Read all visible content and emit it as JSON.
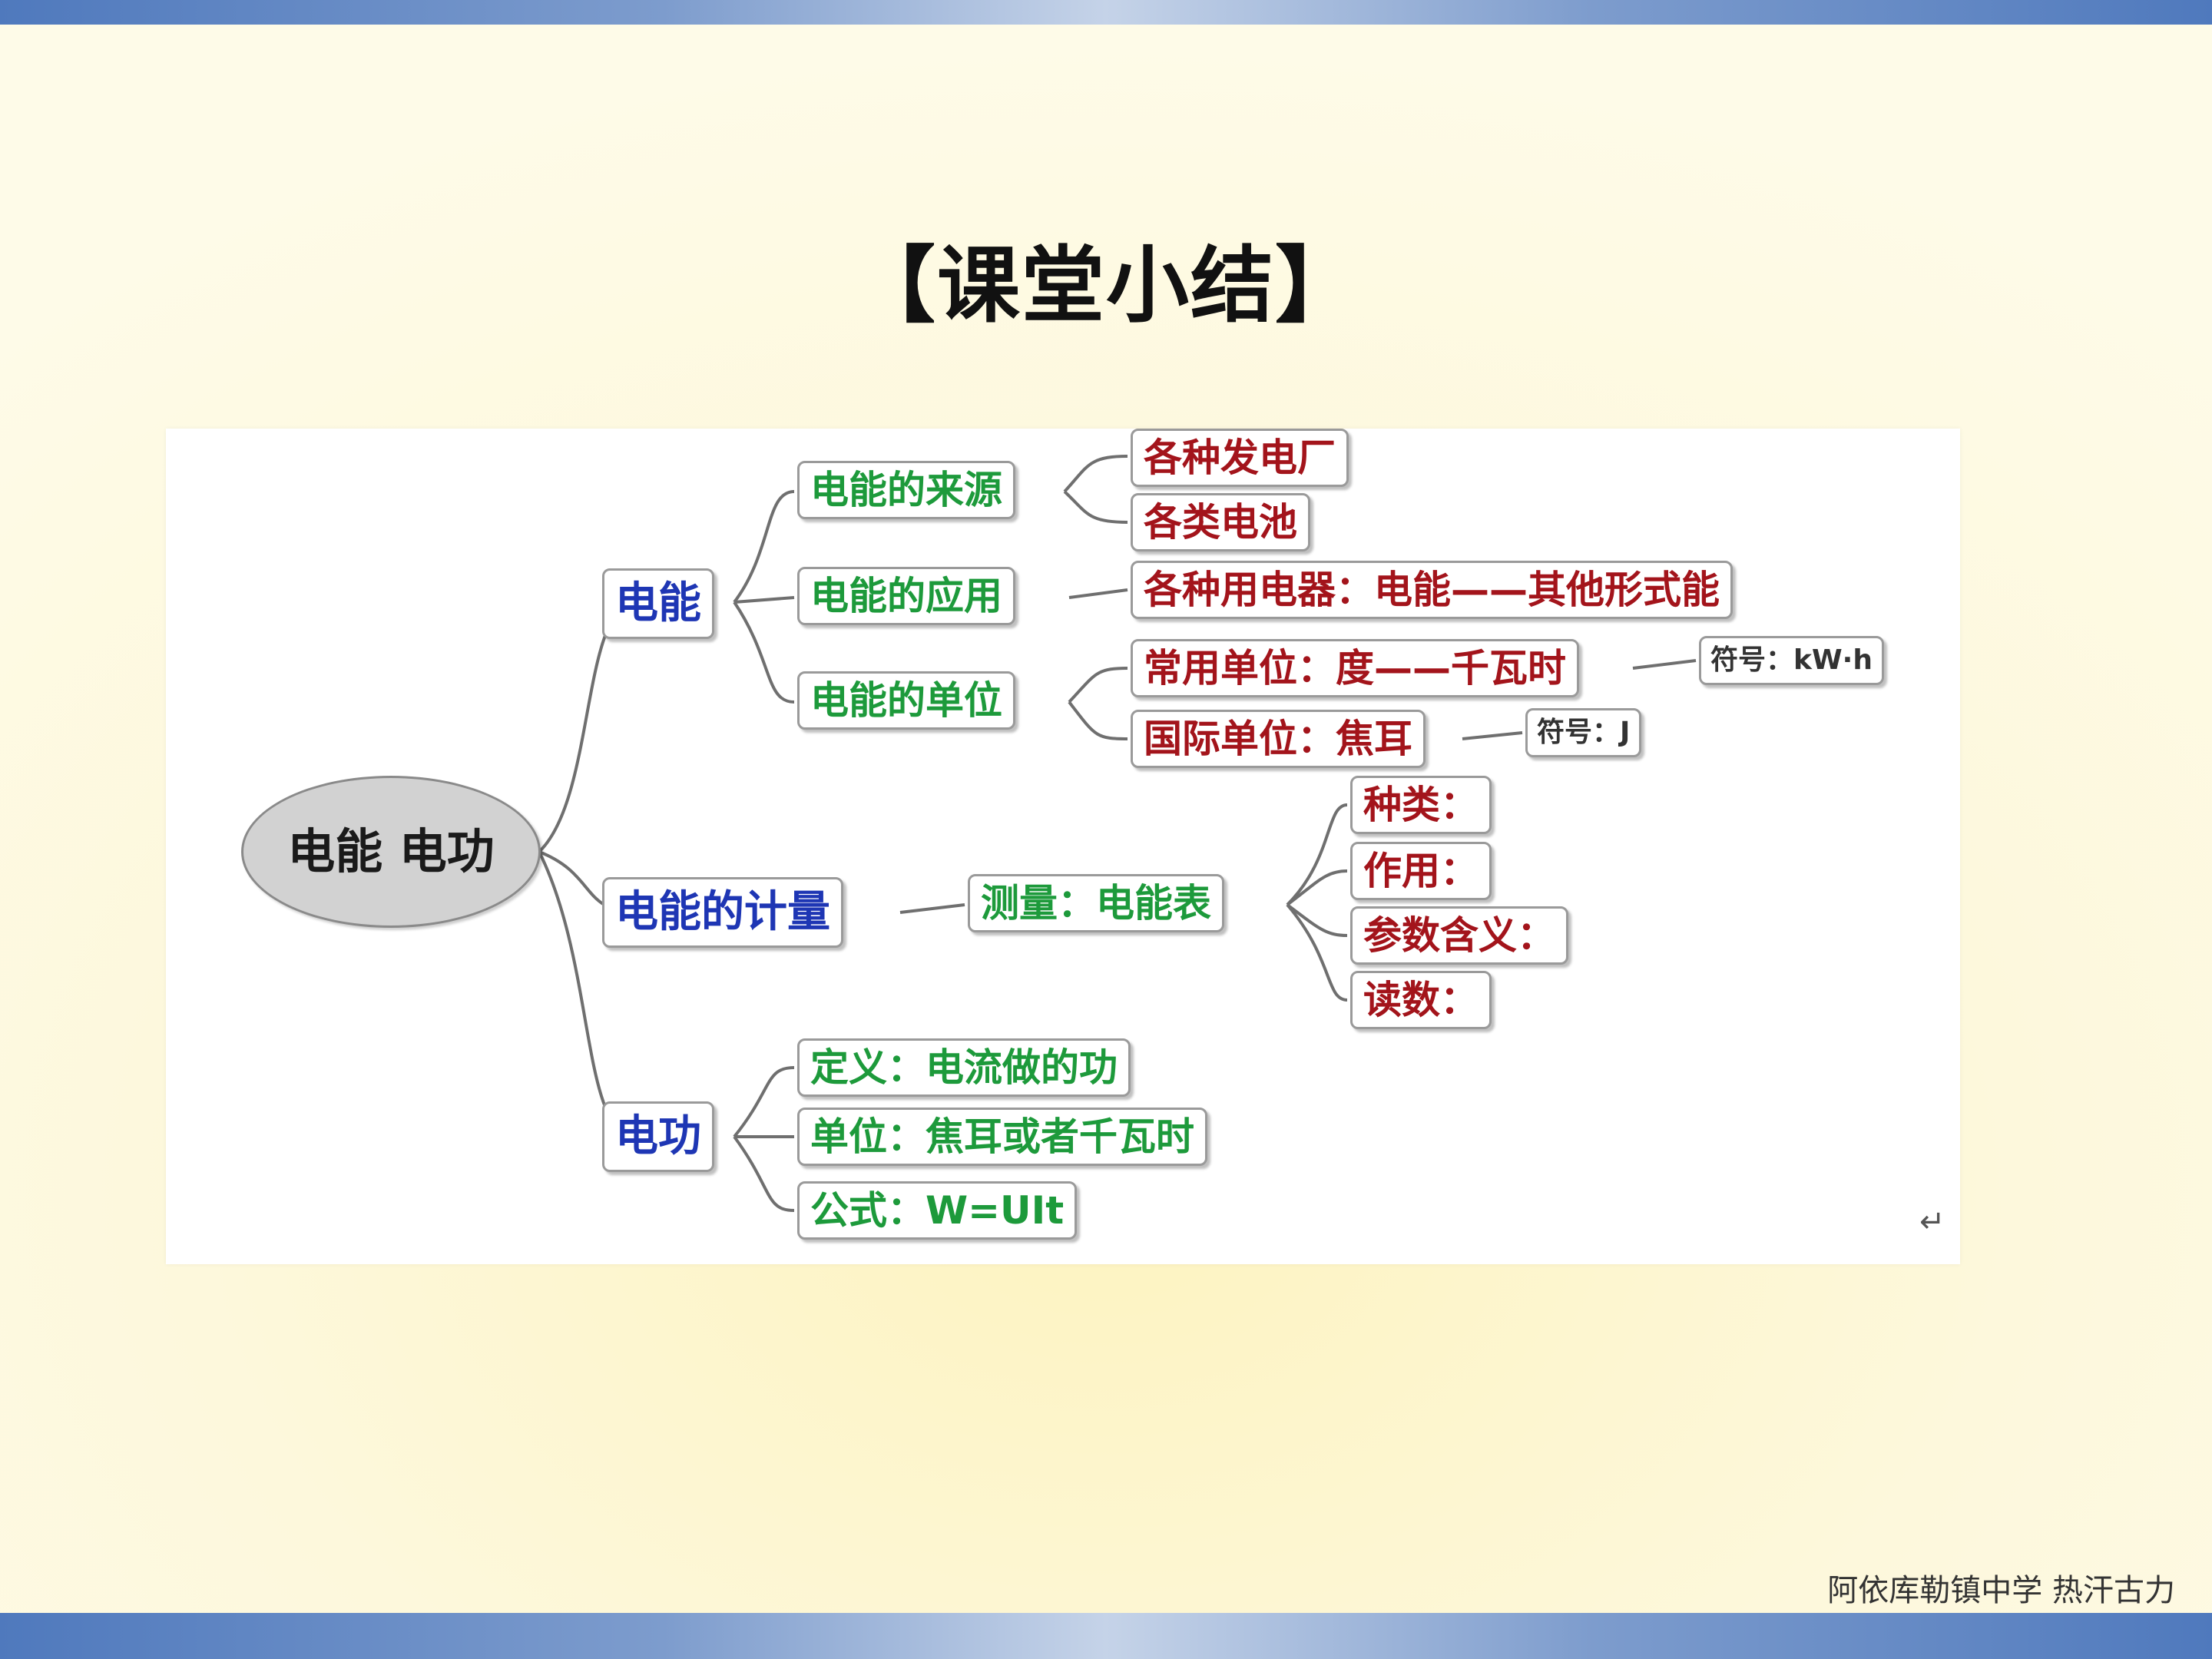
{
  "title": "【课堂小结】",
  "footer": "阿依库勒镇中学  热汗古力",
  "mindmap": {
    "root": "电能  电功",
    "branches": [
      {
        "label": "电能",
        "children": [
          {
            "label": "电能的来源",
            "children": [
              "各种发电厂",
              "各类电池"
            ]
          },
          {
            "label": "电能的应用",
            "children": [
              "各种用电器：电能——其他形式能"
            ]
          },
          {
            "label": "电能的单位",
            "children": [
              {
                "label": "常用单位：度——千瓦时",
                "note": "符号：kW·h"
              },
              {
                "label": "国际单位：焦耳",
                "note": "符号：J"
              }
            ]
          }
        ]
      },
      {
        "label": "电能的计量",
        "children": [
          {
            "label": "测量：电能表",
            "children": [
              "种类：",
              "作用：",
              "参数含义：",
              "读数："
            ]
          }
        ]
      },
      {
        "label": "电功",
        "children": [
          "定义：电流做的功",
          "单位：焦耳或者千瓦时",
          "公式：W=UIt"
        ]
      }
    ]
  },
  "return_mark": "↵",
  "colors": {
    "level1": "#1e36b4",
    "level2": "#1d9a3b",
    "level3": "#a3141b",
    "connector": "#6f6f6f"
  }
}
